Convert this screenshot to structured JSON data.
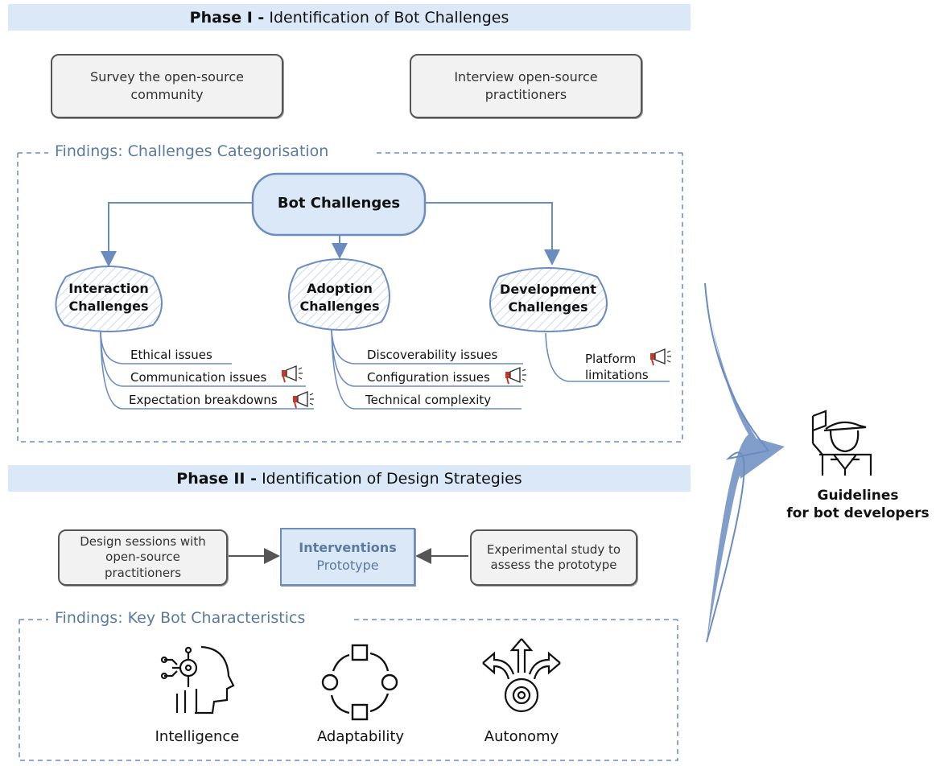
{
  "phase1": {
    "bold": "Phase I -",
    "rest": "Identification of Bot Challenges"
  },
  "survey_box": {
    "line1": "Survey the open-source",
    "line2": "community"
  },
  "interview_box": {
    "line1": "Interview open-source",
    "line2": "practitioners"
  },
  "findings1_title": "Findings: Challenges Categorisation",
  "root": "Bot Challenges",
  "categories": {
    "interaction": {
      "line1": "Interaction",
      "line2": "Challenges",
      "items": [
        "Ethical issues",
        "Communication issues",
        "Expectation breakdowns"
      ]
    },
    "adoption": {
      "line1": "Adoption",
      "line2": "Challenges",
      "items": [
        "Discoverability issues",
        "Configuration issues",
        "Technical complexity"
      ]
    },
    "development": {
      "line1": "Development",
      "line2": "Challenges",
      "items": [
        "Platform",
        "limitations"
      ]
    }
  },
  "phase2": {
    "bold": "Phase II -",
    "rest": "Identification of Design Strategies"
  },
  "design_box": {
    "line1": "Design sessions with",
    "line2": "open-source",
    "line3": "practitioners"
  },
  "interventions_box": {
    "line1": "Interventions",
    "line2": "Prototype"
  },
  "experimental_box": {
    "line1": "Experimental study to",
    "line2": "assess the prototype"
  },
  "findings2_title": "Findings: Key Bot Characteristics",
  "characteristics": [
    "Intelligence",
    "Adaptability",
    "Autonomy"
  ],
  "guidelines": {
    "line1": "Guidelines",
    "line2": "for bot developers"
  },
  "colors": {
    "accent": "#6b8cbf",
    "phase_bg": "#dbe8f8",
    "megaphone": "#c0392b"
  },
  "icons": [
    "megaphone-icon",
    "ai-head-icon",
    "adapt-cycle-icon",
    "autonomy-gear-icon",
    "guide-person-icon"
  ]
}
